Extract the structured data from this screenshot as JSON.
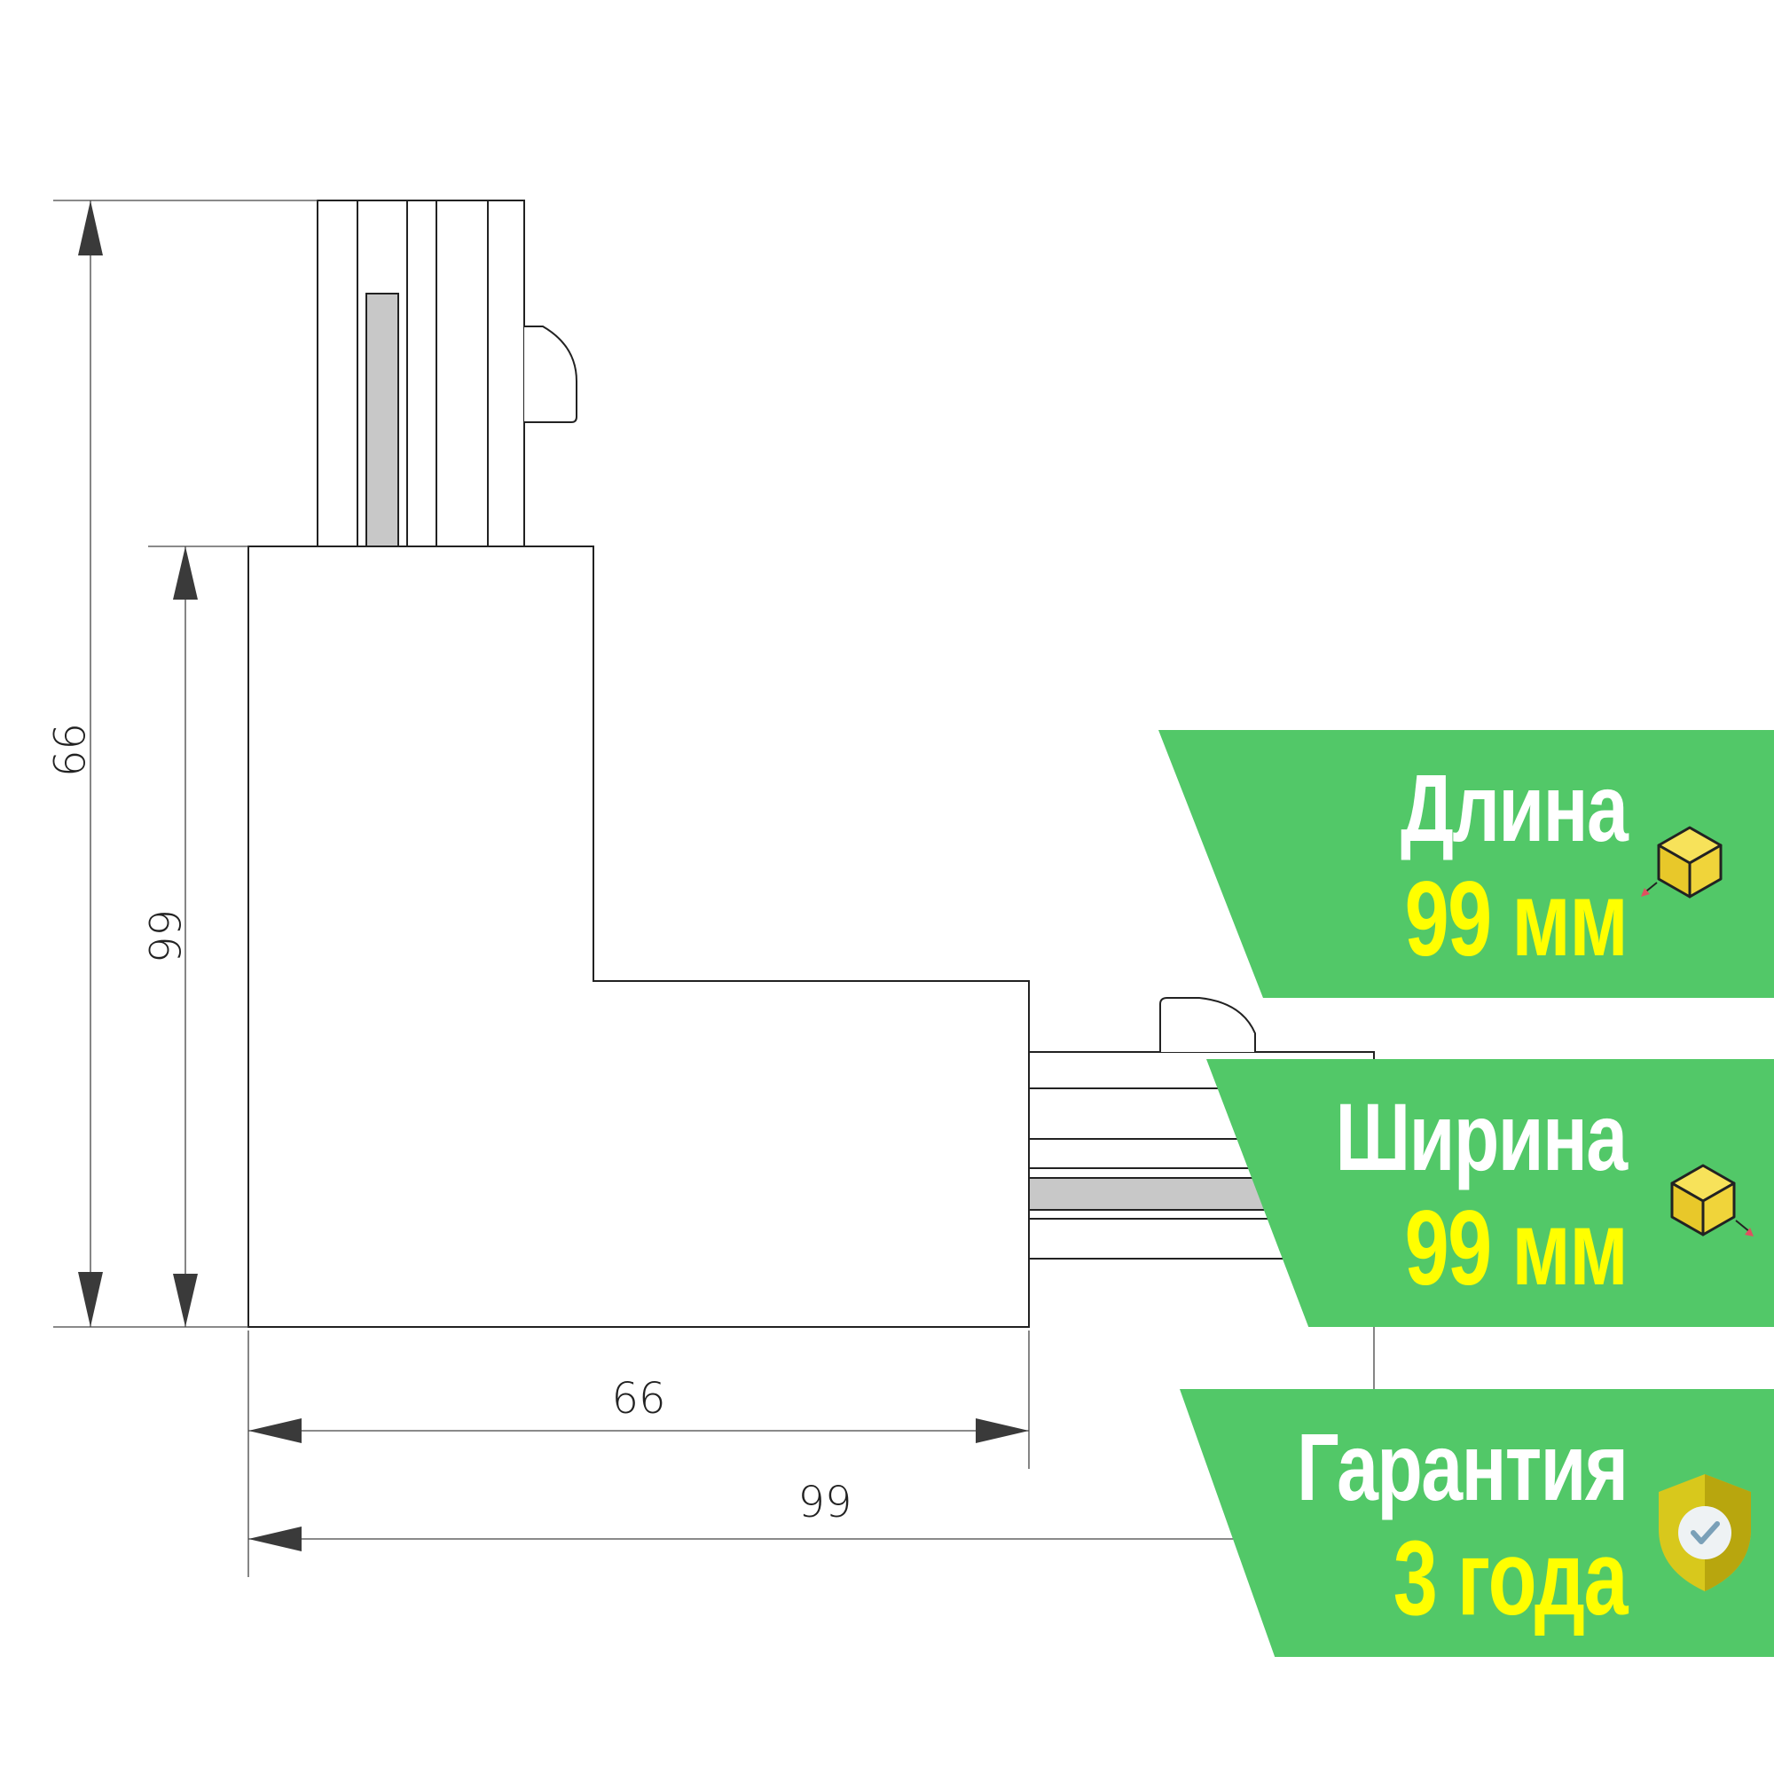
{
  "drawing": {
    "dimensions": {
      "total_height": "99",
      "body_height": "66",
      "body_width": "66",
      "total_width": "99"
    }
  },
  "badges": {
    "length": {
      "title": "Длина",
      "value": "99 мм",
      "icon": "cube-length-icon"
    },
    "width": {
      "title": "Ширина",
      "value": "99 мм",
      "icon": "cube-width-icon"
    },
    "warranty": {
      "title": "Гарантия",
      "value": "3 года",
      "icon": "shield-check-icon"
    }
  },
  "colors": {
    "badge_bg": "#52c868",
    "badge_title": "#ffffff",
    "badge_value": "#ffff00",
    "line": "#222222",
    "insert_fill": "#c8c8c8",
    "cube_yellow": "#f0d83a",
    "shield_yellow": "#d4c41a"
  }
}
